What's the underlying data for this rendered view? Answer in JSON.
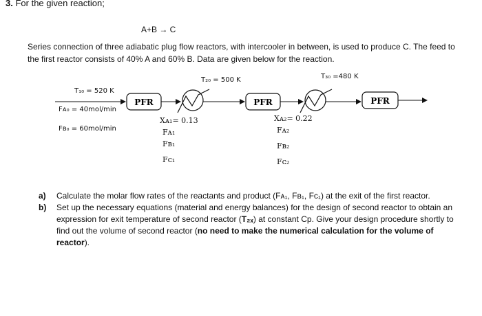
{
  "question": {
    "number": "3.",
    "title": "For the given reaction;",
    "reaction": "A+B → C",
    "intro": "Series connection of three adiabatic plug flow reactors, with intercooler in between, is used to produce C. The feed to the first reactor consists of 40% A and 60% B. Data are given below for the reaction."
  },
  "diagram": {
    "t10": "T₁₀ = 520 K",
    "t20": "T₂₀ = 500 K",
    "t30": "T₃₀ =480 K",
    "fa0": "Fᴀ₀ = 40mol/min",
    "fb0": "Fʙ₀ = 60mol/min",
    "reactor_label": "PFR",
    "xa1": "Xᴀ₁= 0.13",
    "xa2": "Xᴀ₂= 0.22",
    "stage1_outputs": [
      "Fᴀ₁",
      "Fʙ₁",
      "Fᴄ₁"
    ],
    "stage2_outputs": [
      "Fᴀ₂",
      "Fʙ₂",
      "Fᴄ₂"
    ]
  },
  "parts": {
    "a_tag": "a)",
    "a_text": "Calculate the molar flow rates of the reactants and product (Fᴀ₁, Fʙ₁, Fᴄ₁) at the exit of the first reactor.",
    "b_tag": "b)",
    "b_text_1": "Set up the necessary equations (material and energy balances) for the design of second reactor to obtain an expression for exit temperature of second reactor (",
    "b_text_t2": "T₂ₓ",
    "b_text_2": ") at constant Cp. Give your design procedure shortly to find out the volume of second reactor (",
    "b_text_bold": "no need to make the numerical calculation for the volume of reactor",
    "b_text_3": ")."
  }
}
